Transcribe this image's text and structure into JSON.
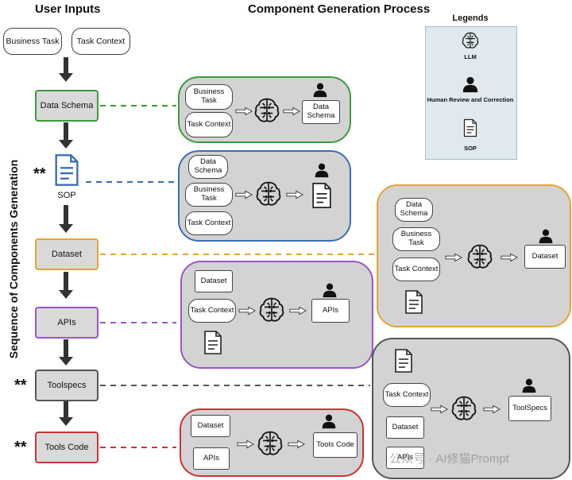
{
  "headings": {
    "user_inputs": "User Inputs",
    "process": "Component Generation Process",
    "legends": "Legends",
    "vertical": "Sequence of Components Generation"
  },
  "inputs": {
    "business_task": "Business Task",
    "task_context": "Task Context"
  },
  "steps": {
    "data_schema": "Data Schema",
    "sop": "SOP",
    "dataset": "Dataset",
    "apis": "APIs",
    "toolspecs": "Toolspecs",
    "tools_code": "Tools Code"
  },
  "stars": "**",
  "legend": {
    "llm": "LLM",
    "human": "Human Review and Correction",
    "sop": "SOP"
  },
  "panels": {
    "data_schema": {
      "in1": "Business Task",
      "in2": "Task Context",
      "out": "Data Schema"
    },
    "sop": {
      "in1": "Data Schema",
      "in2": "Business Task",
      "in3": "Task Context"
    },
    "dataset": {
      "in1": "Data Schema",
      "in2": "Business Task",
      "in3": "Task Context",
      "out": "Dataset"
    },
    "apis": {
      "in1": "Dataset",
      "in2": "Task Context",
      "out": "APIs"
    },
    "toolspecs": {
      "in1": "Task Context",
      "in2": "Dataset",
      "in3": "APIs",
      "out": "ToolSpecs"
    },
    "tools_code": {
      "in1": "Dataset",
      "in2": "APIs",
      "out": "Tools Code"
    }
  },
  "colors": {
    "green": "#3c9a3c",
    "blue": "#3a6fb3",
    "orange": "#e5a530",
    "purple": "#9a55c9",
    "darkgray": "#555555",
    "red": "#cc3333",
    "step_fill": "#d9d9d9",
    "panel_fill": "#d3d3d3",
    "legend_fill": "#dfe9ee"
  },
  "watermark": "公众号 · AI修猫Prompt"
}
